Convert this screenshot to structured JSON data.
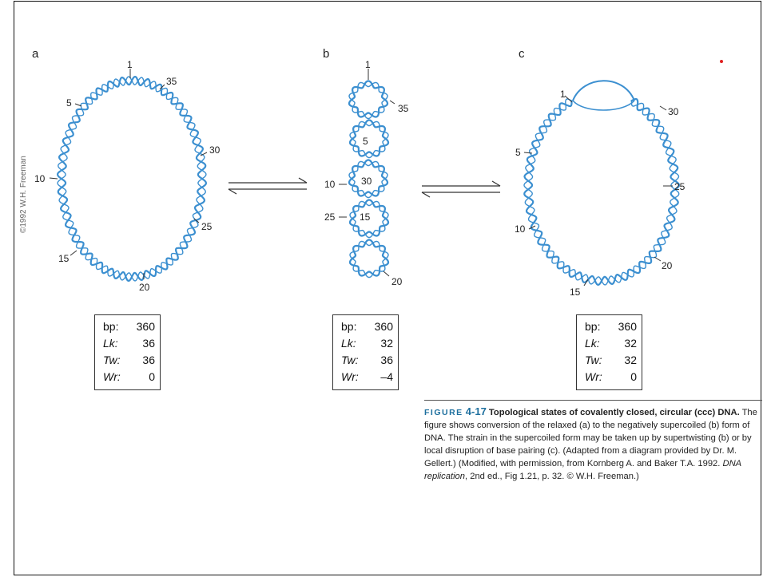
{
  "copyright_side": "©1992 W.H. Freeman",
  "panels": [
    {
      "label": "a",
      "ticks": [
        "1",
        "35",
        "5",
        "30",
        "10",
        "25",
        "15",
        "20"
      ],
      "stats": [
        {
          "key": "bp:",
          "value": "360"
        },
        {
          "key": "Lk:",
          "value": "36"
        },
        {
          "key": "Tw:",
          "value": "36"
        },
        {
          "key": "Wr:",
          "value": "0"
        }
      ]
    },
    {
      "label": "b",
      "ticks": [
        "1",
        "35",
        "5",
        "10",
        "30",
        "25",
        "15",
        "20"
      ],
      "stats": [
        {
          "key": "bp:",
          "value": "360"
        },
        {
          "key": "Lk:",
          "value": "32"
        },
        {
          "key": "Tw:",
          "value": "36"
        },
        {
          "key": "Wr:",
          "value": "–4"
        }
      ]
    },
    {
      "label": "c",
      "ticks": [
        "1",
        "30",
        "5",
        "25",
        "10",
        "20",
        "15"
      ],
      "stats": [
        {
          "key": "bp:",
          "value": "360"
        },
        {
          "key": "Lk:",
          "value": "32"
        },
        {
          "key": "Tw:",
          "value": "32"
        },
        {
          "key": "Wr:",
          "value": "0"
        }
      ]
    }
  ],
  "caption": {
    "figure_word": "FIGURE",
    "figure_number": "4-17",
    "title": "Topological states of covalently closed, circular (ccc) DNA.",
    "body_1": "The figure shows conversion of the relaxed (a) to the negatively supercoiled (b) form of DNA. The strain in the super­coiled form may be taken up by supertwisting (b) or by local disruption of base pairing (c). (Adapted from a diagram provided by Dr. M. Gellert.) (Modified, with permission, from Kornberg A. and Baker T.A. 1992.",
    "book_title": "DNA replication",
    "body_2": ", 2nd ed., Fig 1.21, p. 32. © W.H. Freeman.)"
  },
  "colors": {
    "dna": "#3b8fd0",
    "dot": "#e02020"
  }
}
